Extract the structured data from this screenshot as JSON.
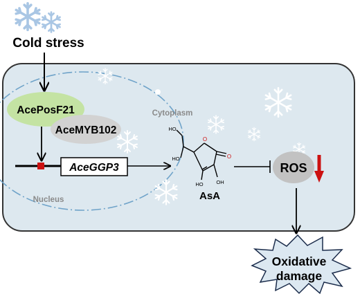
{
  "labels": {
    "cold_stress": "Cold stress",
    "acepos": "AcePosF21",
    "acemyb": "AceMYB102",
    "cytoplasm": "Cytoplasm",
    "gene": "AceGGP3",
    "nucleus": "Nucleus",
    "asa": "AsA",
    "ros": "ROS",
    "oxidative_line1": "Oxidative",
    "oxidative_line2": "damage",
    "atom_o": "O",
    "atom_oh": "OH",
    "atom_ho": "HO"
  },
  "colors": {
    "cell_fill": "#dde8ef",
    "cell_stroke": "#333333",
    "nucleus_stroke": "#6fa3c9",
    "acepos_fill": "#c4e3a3",
    "acemyb_fill": "#d2d2d2",
    "ros_fill": "#c2c2c2",
    "snowflake": "#a9c6e4",
    "snowflake_white": "#ffffff",
    "promoter": "#cc1111",
    "down_arrow": "#cc1111",
    "burst_fill": "#dce8f1",
    "text_gray": "#8a8a8a"
  },
  "icons": {
    "snowflake": "snowflake-icon",
    "down_arrow": "down-arrow-icon",
    "burst": "explosion-burst-icon"
  }
}
